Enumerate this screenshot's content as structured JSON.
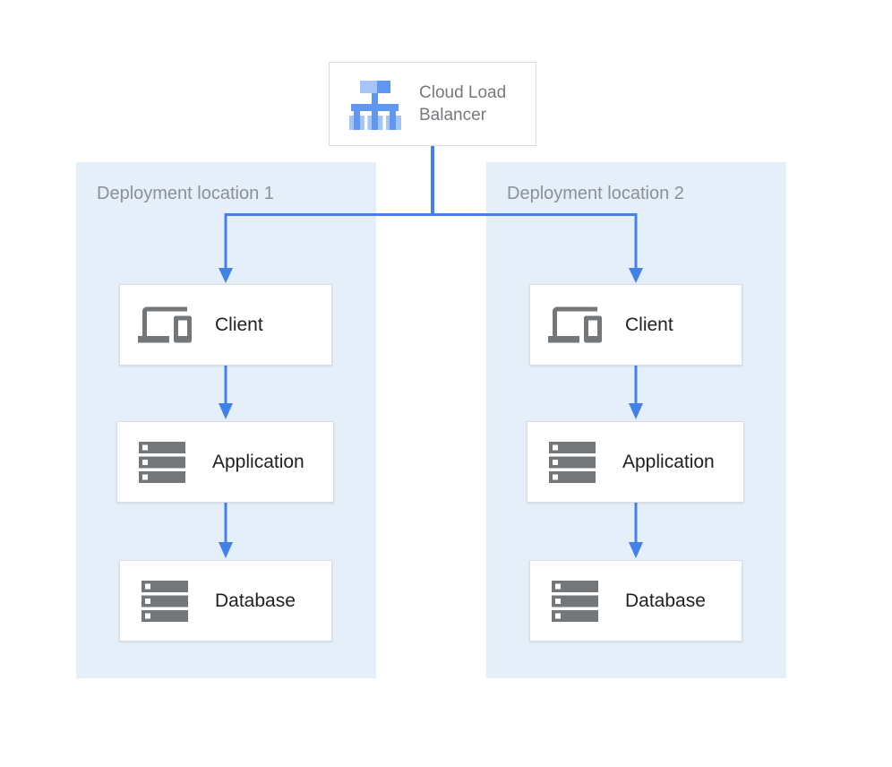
{
  "diagram": {
    "load_balancer": {
      "id": "cloud-load-balancer",
      "label": "Cloud Load Balancer",
      "icon": "cloud-load-balancer-icon"
    },
    "regions": [
      {
        "label": "Deployment location 1",
        "nodes": [
          {
            "id": "client-1",
            "label": "Client",
            "icon": "client-devices-icon"
          },
          {
            "id": "application-1",
            "label": "Application",
            "icon": "server-stack-icon"
          },
          {
            "id": "database-1",
            "label": "Database",
            "icon": "server-stack-icon"
          }
        ]
      },
      {
        "label": "Deployment location 2",
        "nodes": [
          {
            "id": "client-2",
            "label": "Client",
            "icon": "client-devices-icon"
          },
          {
            "id": "application-2",
            "label": "Application",
            "icon": "server-stack-icon"
          },
          {
            "id": "database-2",
            "label": "Database",
            "icon": "server-stack-icon"
          }
        ]
      }
    ],
    "edges": [
      {
        "from": "cloud-load-balancer",
        "to": "client-1"
      },
      {
        "from": "cloud-load-balancer",
        "to": "client-2"
      },
      {
        "from": "client-1",
        "to": "application-1"
      },
      {
        "from": "application-1",
        "to": "database-1"
      },
      {
        "from": "client-2",
        "to": "application-2"
      },
      {
        "from": "application-2",
        "to": "database-2"
      }
    ],
    "colors": {
      "arrow": "#4280EA",
      "region_background": "#E5EFFA",
      "node_border": "#DADCE0",
      "node_text": "#202124",
      "load_balancer_text": "#75797D",
      "region_label_text": "#8B9095",
      "icon_gray": "#74777A",
      "lb_icon_light": "#A5C4F8",
      "lb_icon_dark": "#6097F2"
    }
  }
}
